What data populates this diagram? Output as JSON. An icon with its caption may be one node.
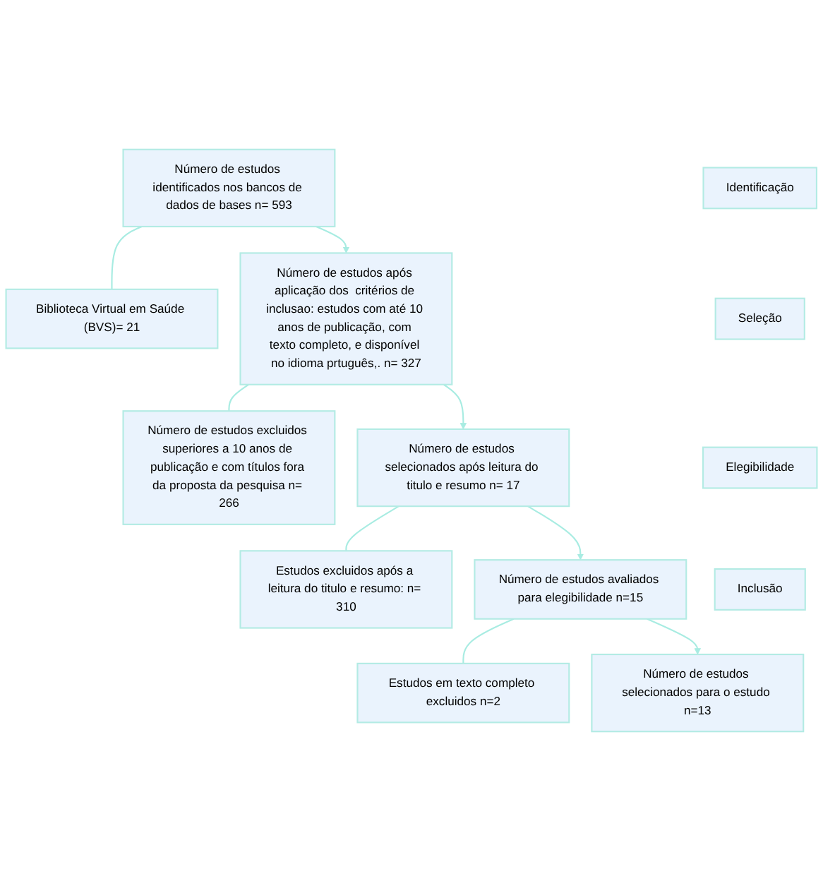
{
  "diagram": {
    "nodes": [
      {
        "text": [
          "Identificação"
        ]
      },
      {
        "text": [
          "Número de estudos identificados nos bancos de dados de bases n= 593"
        ]
      },
      {
        "text": [
          "Biblioteca Virtual em Saúde (BVS)= 21"
        ]
      },
      {
        "text": [
          "Seleção"
        ]
      },
      {
        "text": [
          "Número de estudos após aplicação dos  critérios de inclusao: estudos com até 10 anos de publicação, com texto completo, e disponível no idioma prtuguês,. n= 327"
        ]
      },
      {
        "text": [
          "Número de estudos excluidos superiores a 10 anos de publicação e com títulos fora da proposta da pesquisa n= 266"
        ]
      },
      {
        "text": [
          "Elegibilidade"
        ]
      },
      {
        "text": [
          "Número de estudos selecionados após leitura do titulo e resumo n= 17"
        ]
      },
      {
        "text": [
          "Estudos excluidos após a leitura do titulo e resumo: n= 310"
        ]
      },
      {
        "text": [
          "Número de estudos avaliados para elegibilidade n=15"
        ]
      },
      {
        "text": [
          "Estudos em texto completo excluidos n=2"
        ]
      },
      {
        "text": [
          "Inclusão"
        ]
      },
      {
        "text": [
          "Número de estudos selecionados para o estudo n=13"
        ]
      }
    ],
    "edges": [
      {
        "from": 1,
        "to": 2,
        "arrow": "none"
      },
      {
        "from": 1,
        "to": 4,
        "arrow": "to"
      },
      {
        "from": 4,
        "to": 5,
        "arrow": "none"
      },
      {
        "from": 4,
        "to": 7,
        "arrow": "to"
      },
      {
        "from": 7,
        "to": 8,
        "arrow": "none"
      },
      {
        "from": 7,
        "to": 9,
        "arrow": "to"
      },
      {
        "from": 9,
        "to": 10,
        "arrow": "none"
      },
      {
        "from": 9,
        "to": 12,
        "arrow": "to"
      }
    ]
  }
}
